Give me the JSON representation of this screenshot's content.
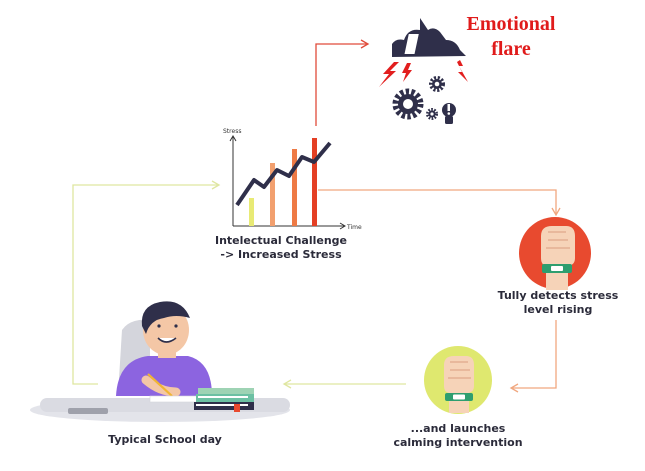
{
  "flare": {
    "line1": "Emotional",
    "line2": "flare"
  },
  "chart": {
    "y_label": "Stress",
    "x_label": "Time"
  },
  "steps": {
    "challenge": {
      "line1": "Intelectual Challenge",
      "line2": "-> Increased Stress"
    },
    "detect": {
      "line1": "Tully detects stress",
      "line2": "level rising"
    },
    "calm": {
      "line1": "...and launches",
      "line2": "calming intervention"
    },
    "school": {
      "line1": "Typical School day"
    }
  },
  "colors": {
    "arrow_red": "#e04b3a",
    "arrow_orange": "#f0a77f",
    "arrow_yellow": "#dfe6a0",
    "navy": "#2f2f4a",
    "accent_red": "#e84a2f",
    "accent_lime": "#dfe86f",
    "band_green": "#2e9e6f",
    "shirt_purple": "#8c64e0"
  },
  "icons": [
    "storm-cloud-icon",
    "lightning-icon",
    "gear-icon",
    "lightbulb-icon",
    "fist-icon",
    "wristband-icon",
    "student-icon",
    "books-icon"
  ]
}
